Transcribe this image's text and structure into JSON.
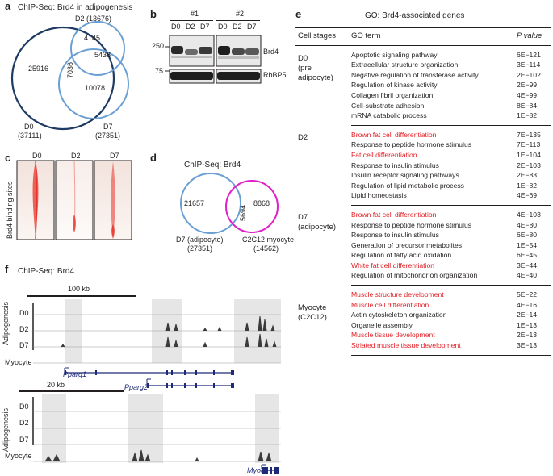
{
  "panel_a": {
    "label": "a",
    "title": "ChIP-Seq: Brd4 in adipogenesis",
    "d2_label": "D2 (13676)",
    "d0_label": "D0",
    "d0_count": "(37111)",
    "d7_label": "D7",
    "d7_count": "(27351)",
    "regions": {
      "d0_only": "25916",
      "d0_d2": "4145",
      "d2_only": "",
      "d2_d7": "5438",
      "d0_d7": "7036",
      "d7_only": "10078"
    }
  },
  "panel_b": {
    "label": "b",
    "rep1": "#1",
    "rep2": "#2",
    "lanes": [
      "D0",
      "D2",
      "D7"
    ],
    "marker_250": "250",
    "marker_75": "75",
    "band1": "Brd4",
    "band2": "RbBP5"
  },
  "panel_c": {
    "label": "c",
    "cols": [
      "D0",
      "D2",
      "D7"
    ],
    "ylabel": "Brd4 binding sites"
  },
  "panel_d": {
    "label": "d",
    "title": "ChIP-Seq: Brd4",
    "left_only": "21657",
    "overlap": "5694",
    "right_only": "8868",
    "left_label": "D7 (adipocyte)",
    "left_count": "(27351)",
    "right_label": "C2C12 myocyte",
    "right_count": "(14562)"
  },
  "panel_e": {
    "label": "e",
    "title": "GO: Brd4-associated genes",
    "header": {
      "stage": "Cell stages",
      "term": "GO term",
      "p": "P value"
    },
    "groups": [
      {
        "stage": [
          "D0",
          "(pre",
          "adipocyte)"
        ],
        "rows": [
          {
            "term": "Apoptotic signaling pathway",
            "p": "6E−121",
            "red": false
          },
          {
            "term": "Extracellular structure organization",
            "p": "3E−114",
            "red": false
          },
          {
            "term": "Negative regulation of transferase activity",
            "p": "2E−102",
            "red": false
          },
          {
            "term": "Regulation of kinase activity",
            "p": "2E−99",
            "red": false
          },
          {
            "term": "Collagen fibril organization",
            "p": "4E−99",
            "red": false
          },
          {
            "term": "Cell-substrate adhesion",
            "p": "8E−84",
            "red": false
          },
          {
            "term": "mRNA catabolic process",
            "p": "1E−82",
            "red": false
          }
        ]
      },
      {
        "stage": [
          "D2"
        ],
        "rows": [
          {
            "term": "Brown fat cell differentiation",
            "p": "7E−135",
            "red": true
          },
          {
            "term": "Response to peptide hormone stimulus",
            "p": "7E−113",
            "red": false
          },
          {
            "term": "Fat cell differentiation",
            "p": "1E−104",
            "red": true
          },
          {
            "term": "Response to insulin stimulus",
            "p": "2E−103",
            "red": false
          },
          {
            "term": "Insulin receptor signaling pathways",
            "p": "2E−83",
            "red": false
          },
          {
            "term": "Regulation of lipid metabolic process",
            "p": "1E−82",
            "red": false
          },
          {
            "term": "Lipid homeostasis",
            "p": "4E−69",
            "red": false
          }
        ]
      },
      {
        "stage": [
          "D7",
          "(adipocyte)"
        ],
        "rows": [
          {
            "term": "Brown fat cell differentiation",
            "p": "4E−103",
            "red": true
          },
          {
            "term": "Response to peptide hormone stimulus",
            "p": "4E−80",
            "red": false
          },
          {
            "term": "Response to insulin stimulus",
            "p": "6E−80",
            "red": false
          },
          {
            "term": "Generation of precursor metabolites",
            "p": "1E−54",
            "red": false
          },
          {
            "term": "Regulation of fatty acid oxidation",
            "p": "6E−45",
            "red": false
          },
          {
            "term": "White fat cell differentiation",
            "p": "3E−44",
            "red": true
          },
          {
            "term": "Regulation of mitochondrion organization",
            "p": "4E−40",
            "red": false
          }
        ]
      },
      {
        "stage": [
          "Myocyte",
          "(C2C12)"
        ],
        "rows": [
          {
            "term": "Muscle structure development",
            "p": "5E−22",
            "red": true
          },
          {
            "term": "Muscle cell differentiation",
            "p": "4E−16",
            "red": true
          },
          {
            "term": "Actin cytoskeleton organization",
            "p": "2E−14",
            "red": false
          },
          {
            "term": "Organelle assembly",
            "p": "1E−13",
            "red": false
          },
          {
            "term": "Muscle tissue development",
            "p": "2E−13",
            "red": true
          },
          {
            "term": "Striated muscle tissue development",
            "p": "3E−13",
            "red": true
          }
        ]
      }
    ]
  },
  "panel_f": {
    "label": "f",
    "title": "ChIP-Seq: Brd4",
    "top": {
      "scale": "100 kb",
      "group_label": "Adipogenesis",
      "tracks": [
        "D0",
        "D2",
        "D7",
        "Myocyte"
      ],
      "gene1": "Pparg1",
      "gene2": "Pparg2"
    },
    "bottom": {
      "scale": "20 kb",
      "group_label": "Adipogenesis",
      "tracks": [
        "D0",
        "D2",
        "D7",
        "Myocyte"
      ],
      "gene": "Myod"
    }
  },
  "colors": {
    "d0_circle": "#1f3b63",
    "d2_circle": "#6a9fd4",
    "d7_circle": "#6a9fd4",
    "myocyte_circle": "#e020c8",
    "red_text": "#e31e24",
    "gene_model": "#1d2a7a",
    "highlight": "#e6e6e6",
    "heatmap_red": "#e8332a"
  }
}
